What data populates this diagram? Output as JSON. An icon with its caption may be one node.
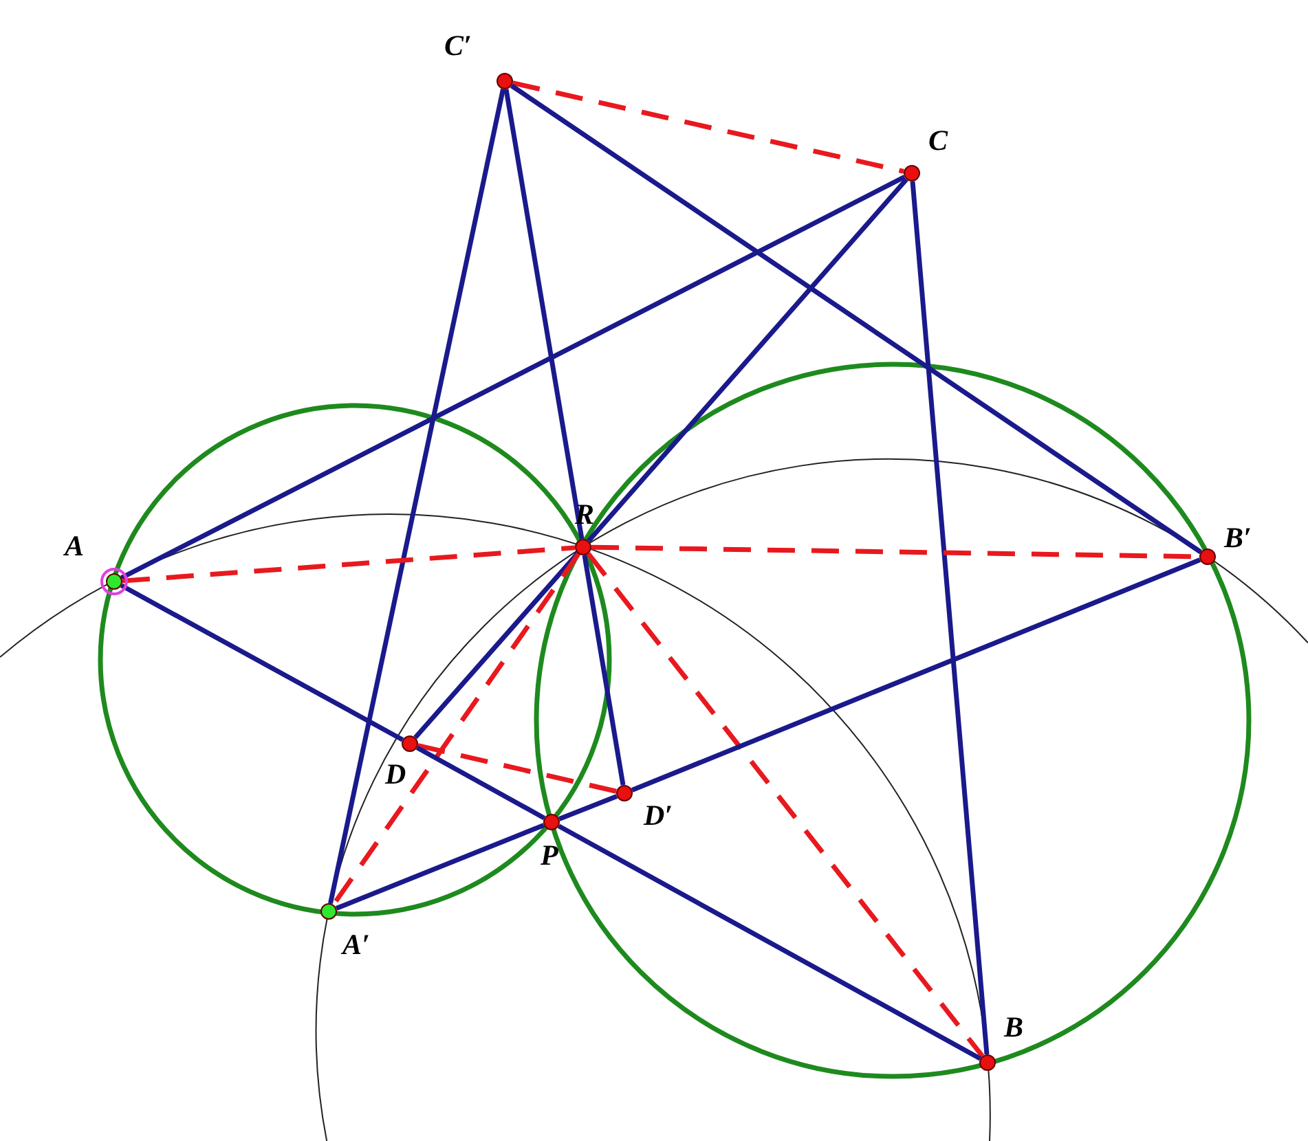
{
  "diagram": {
    "nodes": [
      {
        "text": [
          "C′"
        ]
      },
      {
        "text": [
          "C"
        ]
      },
      {
        "text": [
          "A"
        ]
      },
      {
        "text": [
          "R"
        ]
      },
      {
        "text": [
          "B′"
        ]
      },
      {
        "text": [
          "D"
        ]
      },
      {
        "text": [
          "D′"
        ]
      },
      {
        "text": [
          "P"
        ]
      },
      {
        "text": [
          "A′"
        ]
      },
      {
        "text": [
          "B"
        ]
      }
    ],
    "edges": [
      {
        "from": 0,
        "to": 1,
        "arrow": "none",
        "style": "dashed",
        "color": "#e8191e"
      },
      {
        "from": 0,
        "to": 8,
        "arrow": "none"
      },
      {
        "from": 0,
        "to": 3,
        "arrow": "none"
      },
      {
        "from": 0,
        "to": 4,
        "arrow": "none"
      },
      {
        "from": 1,
        "to": 2,
        "arrow": "none"
      },
      {
        "from": 1,
        "to": 3,
        "arrow": "none"
      },
      {
        "from": 1,
        "to": 9,
        "arrow": "none"
      },
      {
        "from": 2,
        "to": 3,
        "arrow": "none",
        "style": "dashed",
        "color": "#e8191e"
      },
      {
        "from": 3,
        "to": 4,
        "arrow": "none",
        "style": "dashed",
        "color": "#e8191e"
      },
      {
        "from": 2,
        "to": 5,
        "arrow": "none"
      },
      {
        "from": 3,
        "to": 5,
        "arrow": "none"
      },
      {
        "from": 3,
        "to": 6,
        "arrow": "none"
      },
      {
        "from": 3,
        "to": 8,
        "arrow": "none",
        "style": "dashed",
        "color": "#e8191e"
      },
      {
        "from": 3,
        "to": 9,
        "arrow": "none",
        "style": "dashed",
        "color": "#e8191e"
      },
      {
        "from": 5,
        "to": 6,
        "arrow": "none",
        "style": "dashed",
        "color": "#e8191e"
      },
      {
        "from": 5,
        "to": 7,
        "arrow": "none"
      },
      {
        "from": 6,
        "to": 4,
        "arrow": "none"
      },
      {
        "from": 7,
        "to": 6,
        "arrow": "none"
      },
      {
        "from": 8,
        "to": 7,
        "arrow": "none"
      },
      {
        "from": 7,
        "to": 9,
        "arrow": "none"
      }
    ]
  }
}
